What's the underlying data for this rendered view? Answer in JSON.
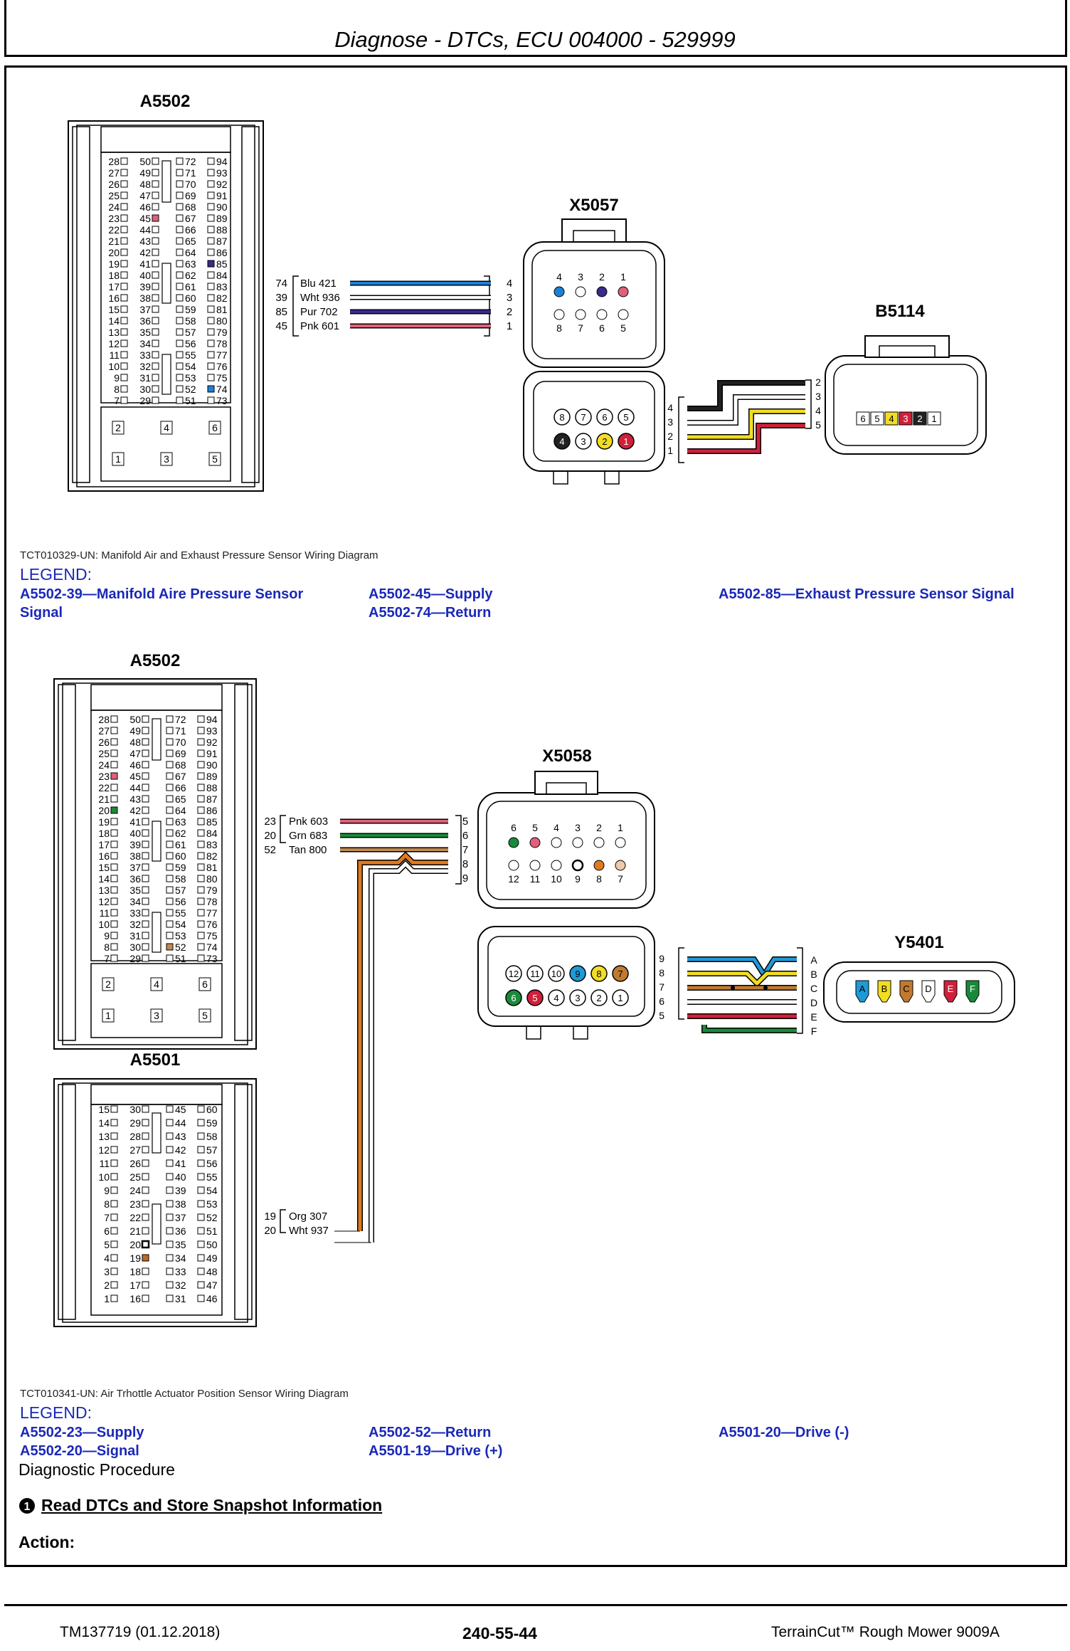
{
  "header": {
    "title": "Diagnose - DTCs, ECU 004000 - 529999"
  },
  "diagram1": {
    "ecu_label": "A5502",
    "connector_x": "X5057",
    "sensor": "B5114",
    "pins_left": [
      "28",
      "27",
      "26",
      "25",
      "24",
      "23",
      "22",
      "21",
      "20",
      "19",
      "18",
      "17",
      "16",
      "15",
      "14",
      "13",
      "12",
      "11",
      "10",
      "9",
      "8",
      "7"
    ],
    "pins_mid": [
      "50",
      "49",
      "48",
      "47",
      "46",
      "45",
      "44",
      "43",
      "42",
      "41",
      "40",
      "39",
      "38",
      "37",
      "36",
      "35",
      "34",
      "33",
      "32",
      "31",
      "30",
      "29"
    ],
    "pins_r1": [
      "72",
      "71",
      "70",
      "69",
      "68",
      "67",
      "66",
      "65",
      "64",
      "63",
      "62",
      "61",
      "60",
      "59",
      "58",
      "57",
      "56",
      "55",
      "54",
      "53",
      "52",
      "51"
    ],
    "pins_r2": [
      "94",
      "93",
      "92",
      "91",
      "90",
      "89",
      "88",
      "87",
      "86",
      "85",
      "84",
      "83",
      "82",
      "81",
      "80",
      "79",
      "78",
      "77",
      "76",
      "75",
      "74",
      "73"
    ],
    "pins_bottom_top": [
      "2",
      "4",
      "6"
    ],
    "pins_bottom_low": [
      "1",
      "3",
      "5"
    ],
    "wire_pins": [
      "74",
      "39",
      "85",
      "45"
    ],
    "wire_labels": [
      "Blu  421",
      "Wht 936",
      "Pur  702",
      "Pnk 601"
    ],
    "wire_colors": [
      "#1e7fd6",
      "#ffffff",
      "#3b2a8a",
      "#e0607a"
    ],
    "x_pins_right": [
      "4",
      "3",
      "2",
      "1"
    ],
    "x_top_row": [
      "4",
      "3",
      "2",
      "1"
    ],
    "x_bottom_row": [
      "8",
      "7",
      "6",
      "5"
    ],
    "x_back_top": [
      "8",
      "7",
      "6",
      "5"
    ],
    "x_back_bottom": [
      "4",
      "3",
      "2",
      "1"
    ],
    "x_back_pin_labels": [
      "4",
      "3",
      "2",
      "1"
    ],
    "b_pin_labels": [
      "2",
      "3",
      "4",
      "5"
    ],
    "b_cells": [
      "6",
      "5",
      "4",
      "3",
      "2",
      "1"
    ],
    "caption": "TCT010329-UN: Manifold Air and Exhaust Pressure Sensor Wiring Diagram",
    "legend_title": "LEGEND:",
    "legend": [
      "A5502-39—Manifold  Aire  Pressure  Sensor",
      "Signal",
      "A5502-45—Supply",
      "A5502-74—Return",
      "A5502-85—Exhaust Pressure Sensor Signal"
    ]
  },
  "diagram2": {
    "ecu_label": "A5502",
    "ecu2_label": "A5501",
    "connector_x": "X5058",
    "actuator": "Y5401",
    "a5501_left": [
      "15",
      "14",
      "13",
      "12",
      "11",
      "10",
      "9",
      "8",
      "7",
      "6",
      "5",
      "4",
      "3",
      "2",
      "1"
    ],
    "a5501_mid": [
      "30",
      "29",
      "28",
      "27",
      "26",
      "25",
      "24",
      "23",
      "22",
      "21",
      "20",
      "19",
      "18",
      "17",
      "16"
    ],
    "a5501_r1": [
      "45",
      "44",
      "43",
      "42",
      "41",
      "40",
      "39",
      "38",
      "37",
      "36",
      "35",
      "34",
      "33",
      "32",
      "31"
    ],
    "a5501_r2": [
      "60",
      "59",
      "58",
      "57",
      "56",
      "55",
      "54",
      "53",
      "52",
      "51",
      "50",
      "49",
      "48",
      "47",
      "46"
    ],
    "wire_pins": [
      "23",
      "20",
      "52"
    ],
    "wire_labels": [
      "Pnk 603",
      "Grn 683",
      "Tan 800"
    ],
    "wire_colors": [
      "#e0607a",
      "#1a8a3a",
      "#c08a50"
    ],
    "x_pins_right": [
      "5",
      "6",
      "7",
      "8",
      "9"
    ],
    "x_top_row": [
      "6",
      "5",
      "4",
      "3",
      "2",
      "1"
    ],
    "x_bottom_row": [
      "12",
      "11",
      "10",
      "9",
      "8",
      "7"
    ],
    "x_back_top": [
      "12",
      "11",
      "10",
      "9",
      "8",
      "7"
    ],
    "x_back_bottom": [
      "6",
      "5",
      "4",
      "3",
      "2",
      "1"
    ],
    "x_back_pin_labels": [
      "9",
      "8",
      "7",
      "6",
      "5"
    ],
    "y_pin_labels": [
      "A",
      "B",
      "C",
      "D",
      "E",
      "F"
    ],
    "y_cells": [
      "A",
      "B",
      "C",
      "D",
      "E",
      "F"
    ],
    "lower_wire_pins": [
      "19",
      "20"
    ],
    "lower_wire_labels": [
      "Org 307",
      "Wht 937"
    ],
    "caption": "TCT010341-UN: Air Trhottle Actuator Position Sensor Wiring Diagram",
    "legend_title": "LEGEND:",
    "legend": [
      "A5502-23—Supply",
      "A5502-20—Signal",
      "A5502-52—Return",
      "A5501-19—Drive (+)",
      "A5501-20—Drive (-)"
    ]
  },
  "procedure": {
    "heading": "Diagnostic Procedure",
    "step_number": "1",
    "step_title": "Read DTCs and Store Snapshot Information",
    "action_label": "Action:"
  },
  "footer": {
    "left": "TM137719 (01.12.2018)",
    "center": "240-55-44",
    "right": "TerrainCut™ Rough Mower 9009A"
  }
}
